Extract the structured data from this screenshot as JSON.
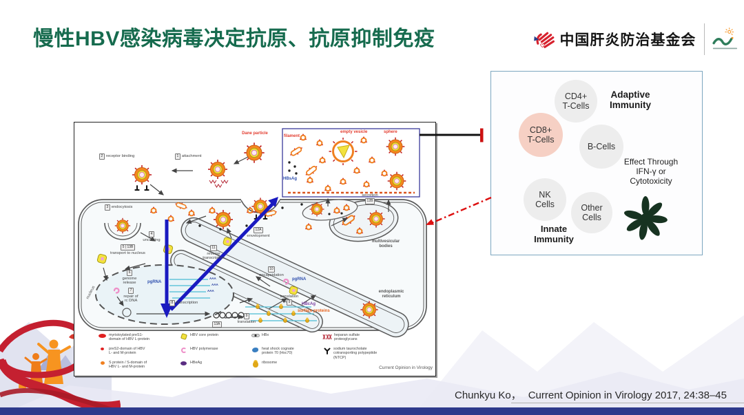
{
  "slide": {
    "title": "慢性HBV感染病毒决定抗原、抗原抑制免疫",
    "citation_author": "Chunkyu Ko，",
    "citation_ref": "Current Opinion in Virology 2017, 24:38–45"
  },
  "header_logo": {
    "org_name": "中国肝炎防治基金会"
  },
  "figure": {
    "journal": "Current Opinion in Virology",
    "labels": {
      "dane_particle": "Dane particle",
      "filament": "filament",
      "empty_vesicle": "empty vesicle",
      "sphere": "sphere",
      "hbsag": "HBsAg",
      "pgrna_nucleus": "pgRNA",
      "pgrna_cytoplasm": "pgRNA",
      "hbcag": "HBcAg",
      "surface_proteins": "surface proteins",
      "nucleus": "nucleus",
      "multivesicular_bodies": "multivesicular\nbodies",
      "endoplasmic_reticulum": "endoplasmic\nreticulum",
      "aaa": "AAA"
    },
    "steps": [
      {
        "num": "1",
        "label": "attachment"
      },
      {
        "num": "2",
        "label": "receptor binding"
      },
      {
        "num": "3",
        "label": "endocytosis"
      },
      {
        "num": "4",
        "label": "uncoating"
      },
      {
        "num": "5 | 13B",
        "label": "transport to nucleus"
      },
      {
        "num": "6",
        "label": "genome\nrelease"
      },
      {
        "num": "7",
        "label": "repair of\nrc DNA"
      },
      {
        "num": "8",
        "label": "transcription"
      },
      {
        "num": "9",
        "label": "translation"
      },
      {
        "num": "10",
        "label": "encapsidation"
      },
      {
        "num": "11",
        "label": "reverse\ntranscription"
      },
      {
        "num": "12A",
        "label": "envelopment"
      },
      {
        "num": "12B",
        "label": "secretion"
      },
      {
        "num": "13A",
        "label": ""
      }
    ],
    "legend": [
      {
        "label": "myristoylated preS1-\ndomain of HBV L-protein"
      },
      {
        "label": "preS2-domain of HBV\nL- and M-protein"
      },
      {
        "label": "S protein / S-domain of\nHBV L- and M-protein"
      },
      {
        "label": "HBV core protein"
      },
      {
        "label": "HBV polymerase"
      },
      {
        "label": "HBeAg"
      },
      {
        "label": "HBx"
      },
      {
        "label": "heat shock cognate\nprotein 70 (Hsc70)"
      },
      {
        "label": "ribosome"
      },
      {
        "label": "heparan sulfate\nproteoglycans"
      },
      {
        "label": "sodium taurocholate\ncotransporting polypeptide\n(NTCP)"
      }
    ]
  },
  "panel": {
    "cells": [
      {
        "label": "CD4+\nT-Cells"
      },
      {
        "label": "CD8+\nT-Cells"
      },
      {
        "label": "B-Cells"
      },
      {
        "label": "NK\nCells"
      },
      {
        "label": "Other\nCells"
      }
    ],
    "adaptive": "Adaptive\nImmunity",
    "innate": "Innate\nImmunity",
    "effect": "Effect Through\nIFN-γ or\nCytotoxicity"
  },
  "colors": {
    "title_green": "#166b4e",
    "navy_bar": "#2e3a8c",
    "accent_red": "#c42030",
    "figure_red_label": "#e23b2e",
    "virus_orange": "#f5871f",
    "blue_arrow": "#1a1ac0",
    "cd8_pink": "#f6d0c4",
    "cell_gray": "#ededed",
    "splat_green": "#173321",
    "panel_border": "#7ca6bf"
  }
}
